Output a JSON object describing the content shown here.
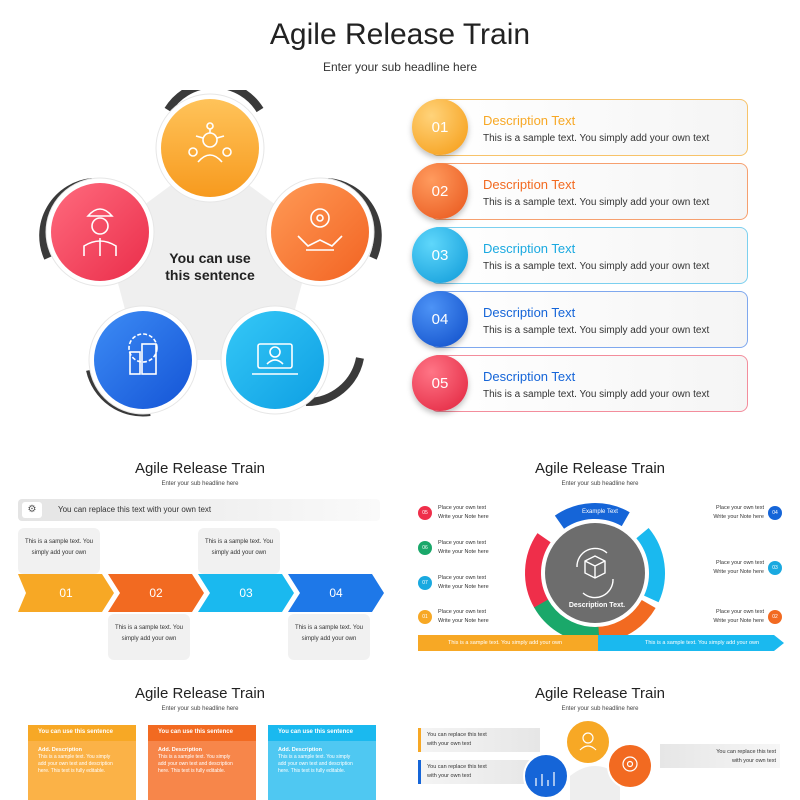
{
  "header": {
    "title": "Agile Release Train",
    "subtitle": "Enter your sub headline here"
  },
  "cycle": {
    "center_text_line1": "You can use",
    "center_text_line2": "this sentence",
    "icons": [
      "team-icon",
      "handshake-gear-icon",
      "support-laptop-icon",
      "building-gear-icon",
      "worker-icon"
    ]
  },
  "descriptions": [
    {
      "num": "01",
      "title": "Description Text",
      "body": "This is a sample text. You simply add your own text",
      "color": "#f7a825"
    },
    {
      "num": "02",
      "title": "Description Text",
      "body": "This is a sample text. You simply add your own text",
      "color": "#f26a21"
    },
    {
      "num": "03",
      "title": "Description Text",
      "body": "This is a sample text. You simply add your own text",
      "color": "#1aa9e0"
    },
    {
      "num": "04",
      "title": "Description Text",
      "body": "This is a sample text. You simply add your own text",
      "color": "#1565d8"
    },
    {
      "num": "05",
      "title": "Description Text",
      "body": "This is a sample text. You simply add your own text",
      "color": "#ef2e4a"
    }
  ],
  "thumb1": {
    "title": "Agile Release Train",
    "subtitle": "Enter your sub headline here",
    "banner": "You can replace this text with your own text",
    "card_line1": "This is a sample text. You",
    "card_line2": "simply add your own",
    "steps": [
      "01",
      "02",
      "03",
      "04"
    ]
  },
  "thumb2": {
    "title": "Agile Release Train",
    "subtitle": "Enter your sub headline here",
    "item_line1": "Place your own text",
    "item_line2": "Write your Note here",
    "left_nums": [
      "05",
      "06",
      "07",
      "01"
    ],
    "right_nums": [
      "04",
      "03",
      "02"
    ],
    "segment_label": "Example Text",
    "center_label": "Description Text.",
    "bar_text": "This is a sample text. You simply add your own"
  },
  "thumb3": {
    "title": "Agile Release Train",
    "subtitle": "Enter your sub headline here",
    "col_head": "You can use this sentence",
    "col_title": "Add. Description",
    "col_line1": "This is a sample text. You simply",
    "col_line2": "add your own text and description",
    "col_line3": "here. This text is fully editable."
  },
  "thumb4": {
    "title": "Agile Release Train",
    "subtitle": "Enter your sub headline here",
    "left_line1": "You can replace this text",
    "left_line2": "with your own text",
    "right_line1": "You can replace this text",
    "right_line2": "with your own text"
  }
}
